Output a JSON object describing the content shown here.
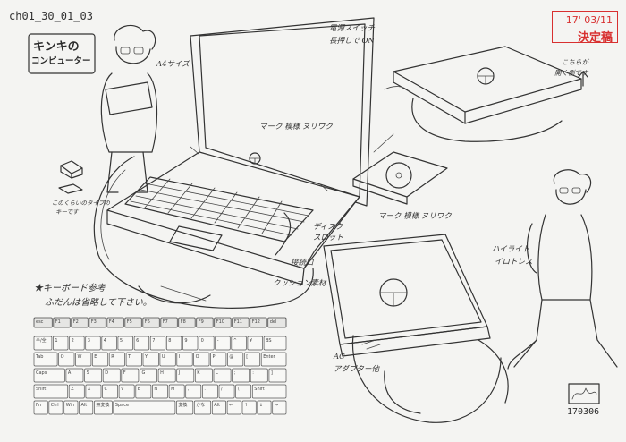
{
  "sheet": {
    "scene_id": "ch01_30_01_03",
    "stamp": {
      "date": "17' 03/11",
      "status": "決定稿"
    },
    "title_lines": [
      "キンキの",
      "コンピューター"
    ],
    "signature_date": "170306"
  },
  "annotations": {
    "a4_size": "A4サイズ",
    "power_switch": [
      "電源スイッチ",
      "長押しで ON"
    ],
    "mark_pattern_top": "マーク 模様 ヌリワク",
    "mark_pattern_right": "マーク 模様 ヌリワク",
    "disc_slot": [
      "ディスク",
      "スロット"
    ],
    "connection_port": "接続口",
    "cushion_material": "クッション素材",
    "highlight_tone": [
      "ハイライト",
      "イロトレス"
    ],
    "ac_adapter": [
      "AC",
      "アダプター他"
    ],
    "opens_this_way": [
      "こちらが",
      "開く側です"
    ],
    "small_key_note": [
      "このくらいのタイプの",
      "キーです"
    ],
    "keyboard_ref": [
      "★キーボード参考",
      "ふだんは省略して下さい。"
    ]
  },
  "keyboard": {
    "rows": [
      [
        "esc",
        "F1",
        "F2",
        "F3",
        "F4",
        "F5",
        "F6",
        "F7",
        "F8",
        "F9",
        "F10",
        "F11",
        "F12",
        "del"
      ],
      [
        "半/全",
        "1",
        "2",
        "3",
        "4",
        "5",
        "6",
        "7",
        "8",
        "9",
        "0",
        "-",
        "^",
        "¥",
        "BS"
      ],
      [
        "Tab",
        "Q",
        "W",
        "E",
        "R",
        "T",
        "Y",
        "U",
        "I",
        "O",
        "P",
        "@",
        "[",
        "Enter"
      ],
      [
        "Caps",
        "A",
        "S",
        "D",
        "F",
        "G",
        "H",
        "J",
        "K",
        "L",
        ";",
        ":",
        "]"
      ],
      [
        "Shift",
        "Z",
        "X",
        "C",
        "V",
        "B",
        "N",
        "M",
        ",",
        ".",
        "/",
        "\\",
        "Shift"
      ],
      [
        "Fn",
        "Ctrl",
        "Win",
        "Alt",
        "無変換",
        "Space",
        "変換",
        "かな",
        "Alt",
        "←",
        "↑",
        "↓",
        "→"
      ]
    ]
  }
}
